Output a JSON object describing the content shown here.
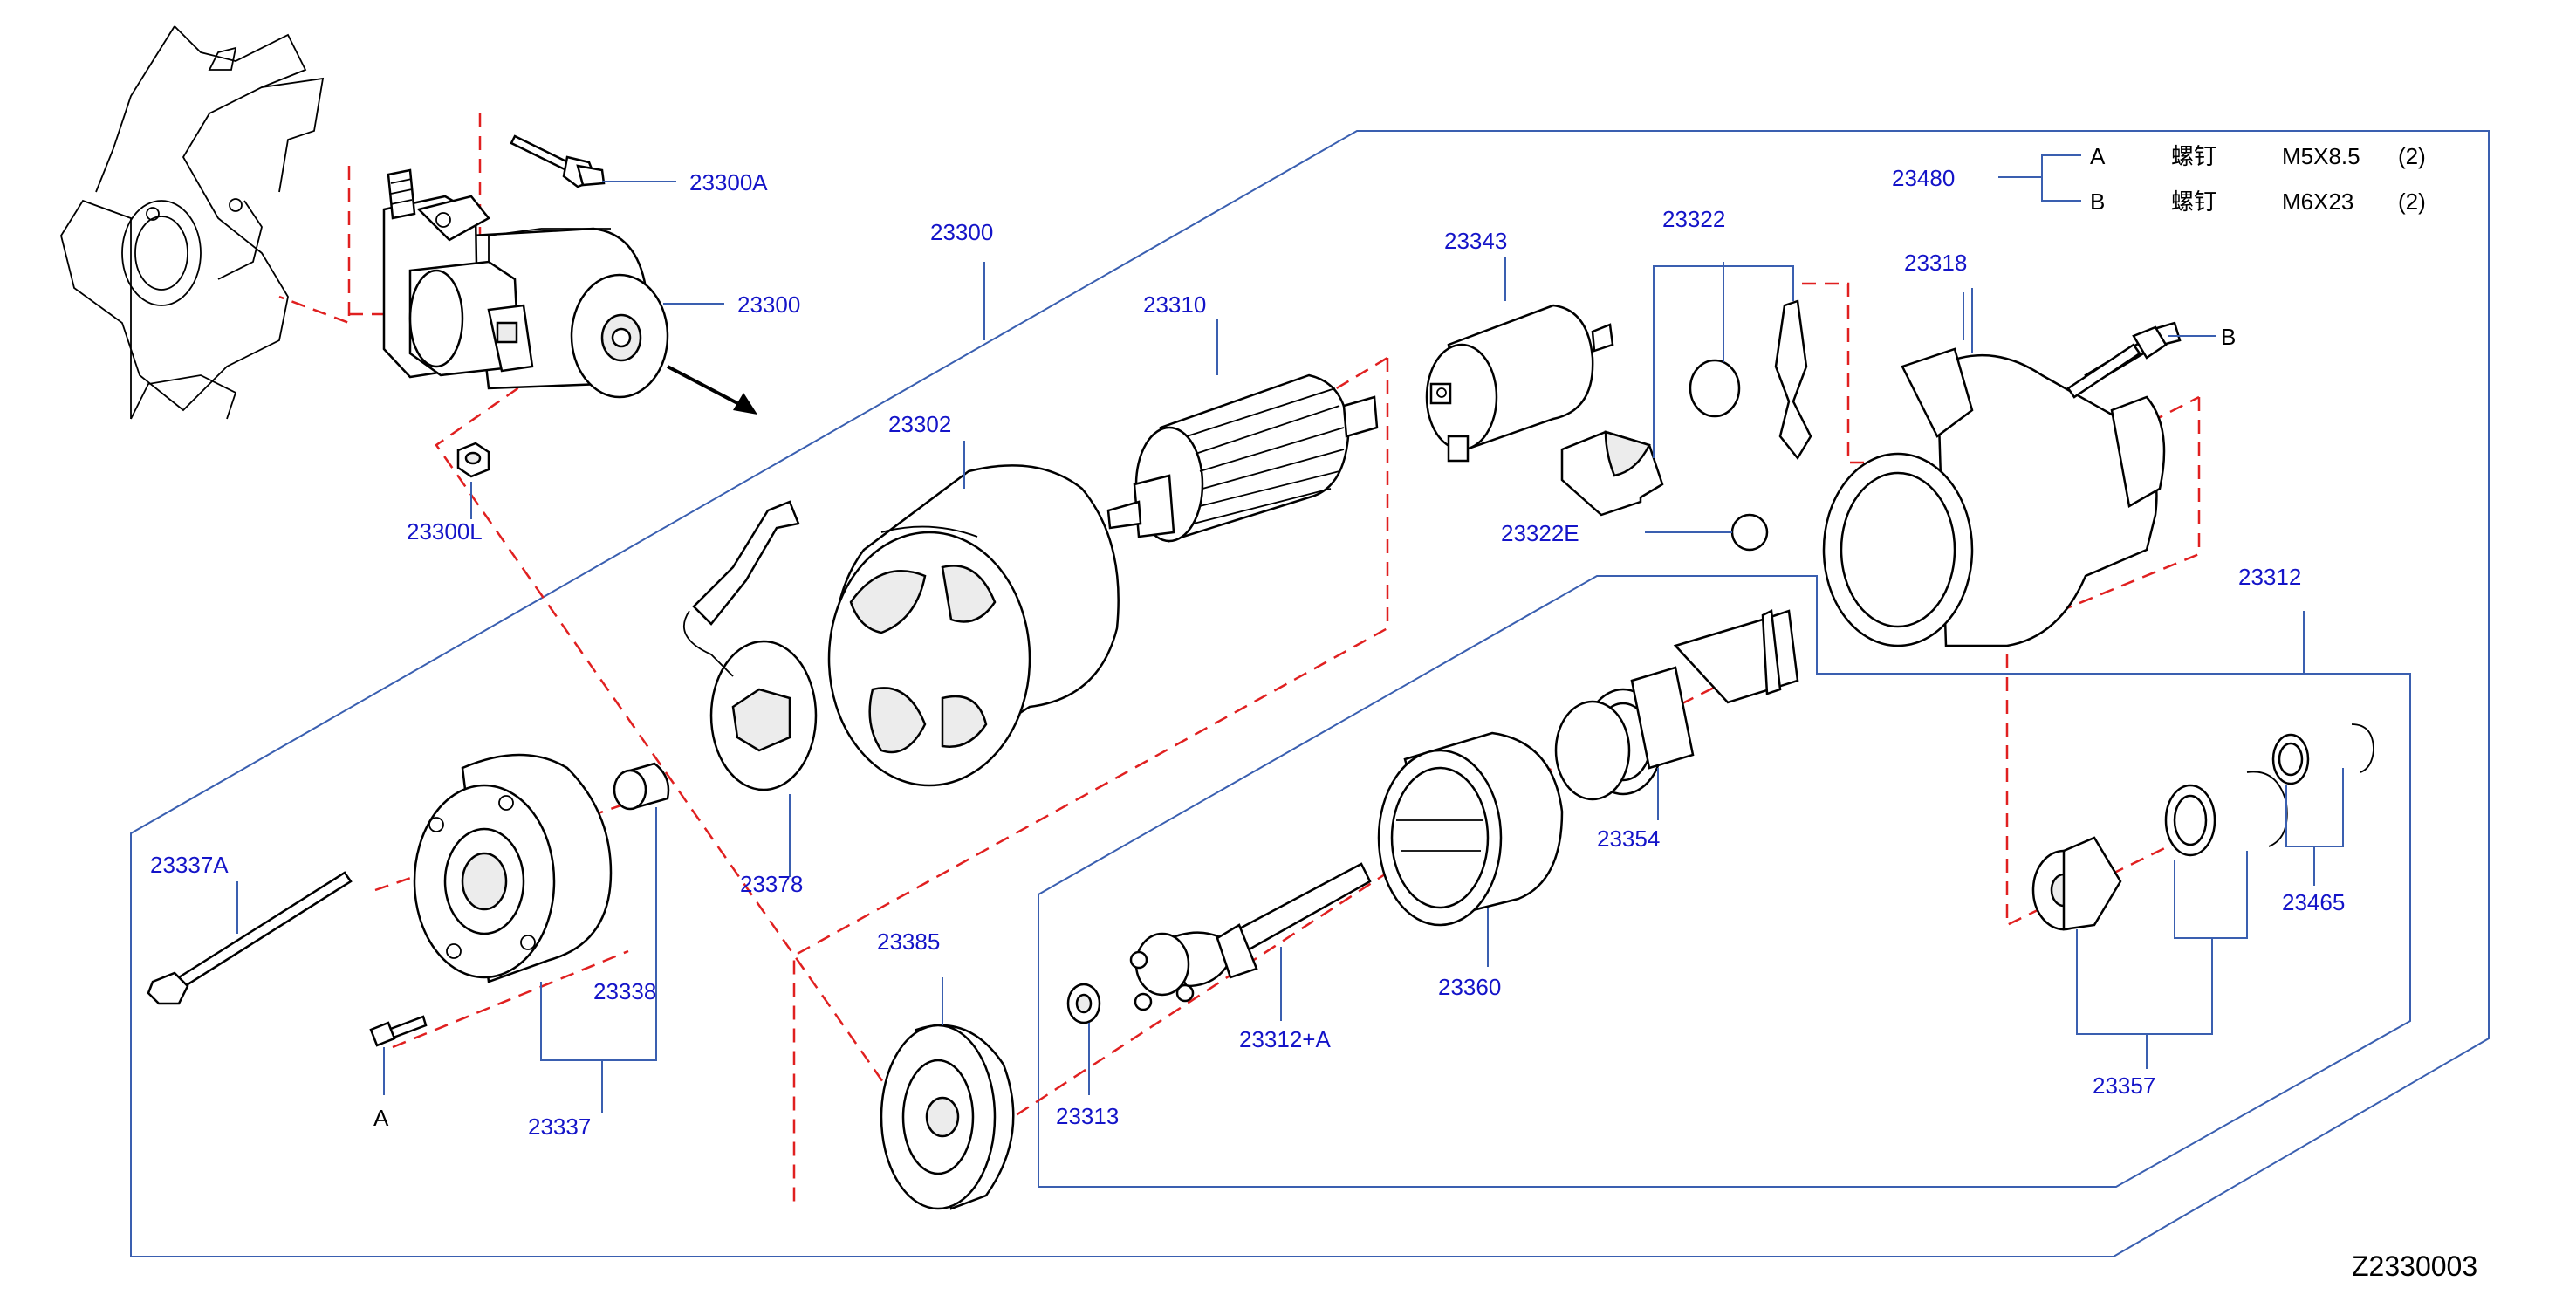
{
  "diagram_code": "Z2330003",
  "callouts": {
    "c23300A": "23300A",
    "c23300_assy": "23300",
    "c23300L": "23300L",
    "c23300_frame": "23300",
    "c23310": "23310",
    "c23302": "23302",
    "c23343": "23343",
    "c23322": "23322",
    "c23322E": "23322E",
    "c23480": "23480",
    "c23318": "23318",
    "c23312": "23312",
    "c23378": "23378",
    "c23337A": "23337A",
    "c23338": "23338",
    "c23337": "23337",
    "c23385": "23385",
    "c23313": "23313",
    "c23312A": "23312+A",
    "c23360": "23360",
    "c23354": "23354",
    "c23465": "23465",
    "c23357": "23357"
  },
  "markers": {
    "screw_a": "A",
    "bolt_b": "B"
  },
  "legend": {
    "rows": [
      {
        "key": "A",
        "name": "螺钉",
        "size": "M5X8.5",
        "qty": "(2)"
      },
      {
        "key": "B",
        "name": "螺钉",
        "size": "M6X23",
        "qty": "(2)"
      }
    ]
  },
  "colors": {
    "callout_text": "#1414c8",
    "frame_line": "#3a5fb0",
    "axis_dashed": "#e02020"
  }
}
